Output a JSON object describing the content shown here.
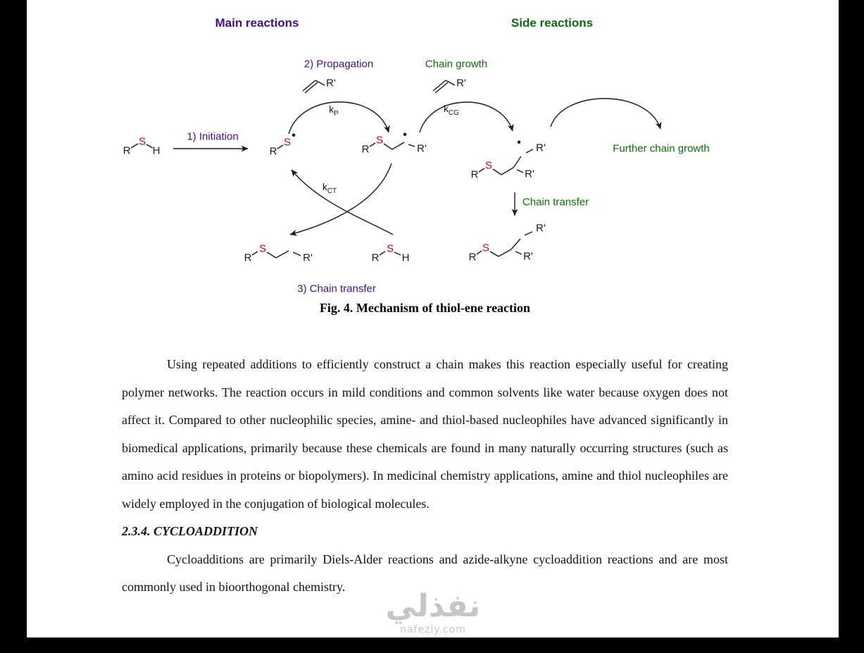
{
  "diagram": {
    "headers": {
      "main": "Main reactions",
      "side": "Side reactions"
    },
    "steps": {
      "initiation": "1) Initiation",
      "propagation": "2) Propagation",
      "chain_transfer": "3) Chain transfer"
    },
    "side_labels": {
      "chain_growth": "Chain growth",
      "further_chain_growth": "Further chain growth",
      "chain_transfer": "Chain transfer"
    },
    "rate_constants": {
      "k": "k",
      "p": "P",
      "cg": "CG",
      "ct": "CT"
    },
    "atoms": {
      "r": "R",
      "s": "S",
      "h": "H",
      "r_prime": "R'",
      "radical_dot": "•"
    },
    "colors": {
      "step_purple": "#440e8b",
      "side_green": "#0d6b0d",
      "sulfur_red": "#c9001b"
    }
  },
  "figure": {
    "caption": "Fig. 4. Mechanism of thiol-ene reaction"
  },
  "document": {
    "paragraph1": "Using repeated additions to efficiently construct a chain makes this reaction especially useful for creating polymer networks. The reaction occurs in mild conditions and common solvents like water because oxygen does not affect it. Compared to other nucleophilic species, amine- and thiol-based nucleophiles have advanced significantly in biomedical applications, primarily because these chemicals are found in many naturally occurring structures (such as amino acid residues in proteins or biopolymers). In medicinal chemistry applications, amine and thiol nucleophiles are widely employed in the conjugation of biological molecules.",
    "heading": "2.3.4. CYCLOADDITION",
    "paragraph2": "Cycloadditions are primarily Diels-Alder reactions and azide-alkyne cycloaddition reactions and are most commonly used in bioorthogonal chemistry."
  },
  "watermark": {
    "text": "نفذلي",
    "subtext": "nafezly.com"
  }
}
